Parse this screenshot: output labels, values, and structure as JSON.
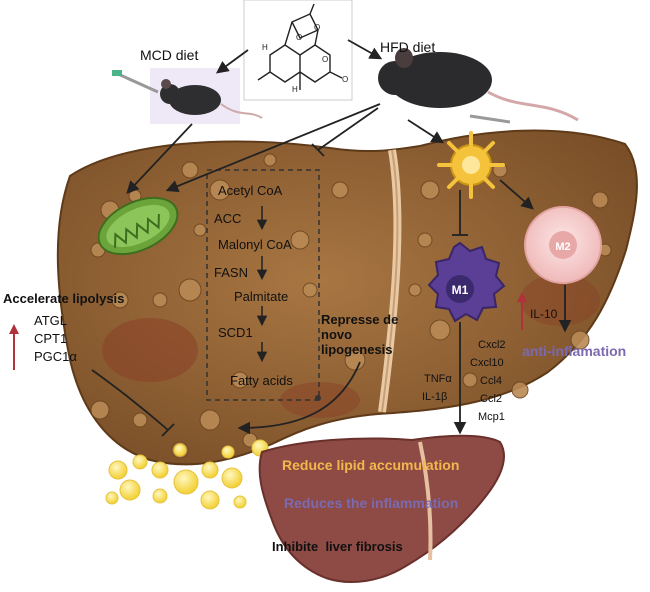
{
  "diets": {
    "mcd": "MCD diet",
    "hfd": "HFD diet"
  },
  "pathway": {
    "steps": [
      "Acetyl CoA",
      "ACC",
      "Malonyl CoA",
      "FASN",
      "Palmitate",
      "SCD1",
      "Fatty acids"
    ],
    "effect": "Represse de novo lipogenesis"
  },
  "lipolysis": {
    "title": "Accelerate lipolysis",
    "genes": [
      "ATGL",
      "CPT1",
      "PGC1α"
    ]
  },
  "macrophages": {
    "m1": "M1",
    "m2": "M2"
  },
  "cytokines": {
    "il10": "IL-10",
    "m1_left": [
      "TNFα",
      "IL-1β"
    ],
    "m1_right": [
      "Cxcl2",
      "Cxcl10",
      "Ccl4",
      "Ccl2",
      "Mcp1"
    ]
  },
  "outcomes": {
    "anti_inflammation": "anti-inflamation",
    "lipid": "Reduce lipid accumulation",
    "inflammation": "Reduces the inflammation",
    "fibrosis": "Inhibite  liver fibrosis"
  },
  "colors": {
    "liver": "#9a6a3c",
    "liver_dark": "#7a4e28",
    "healthy_liver": "#8e4a45",
    "lipid_orange": "#f2b84b",
    "purple_text": "#7b6ab0",
    "arrow_red": "#b0323a",
    "m1": "#5b3f96",
    "m2": "#f2c7c7",
    "mito": "#6aa43a"
  }
}
